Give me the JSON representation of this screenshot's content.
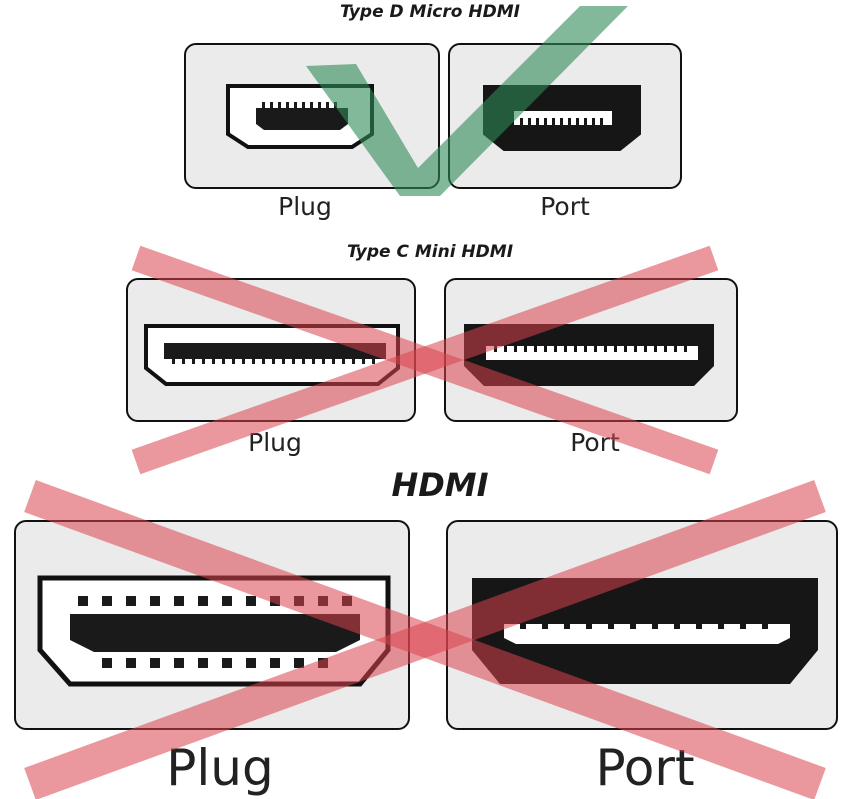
{
  "sections": {
    "micro": {
      "title": "Type D Micro HDMI",
      "plug_label": "Plug",
      "port_label": "Port",
      "verdict": "check-mark"
    },
    "mini": {
      "title": "Type C Mini HDMI",
      "plug_label": "Plug",
      "port_label": "Port",
      "verdict": "cross-mark"
    },
    "full": {
      "title": "HDMI",
      "plug_label": "Plug",
      "port_label": "Port",
      "verdict": "cross-mark"
    }
  },
  "colors": {
    "check": "#2e8b57",
    "cross": "#d9434f",
    "panel": "#ebebeb",
    "outline": "#111111"
  }
}
